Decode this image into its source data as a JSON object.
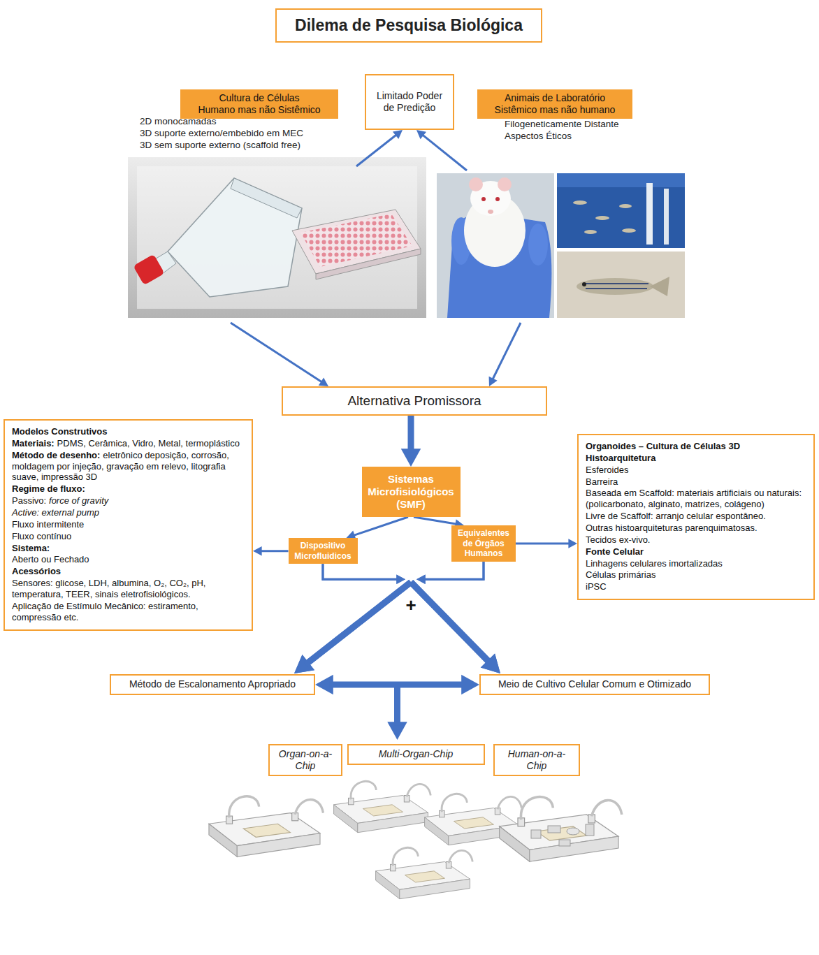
{
  "diagram": {
    "title": "Dilema de Pesquisa Biológica",
    "nodes": [
      {
        "text": [
          "Cultura de Células",
          "Humano mas não Sistêmico"
        ]
      },
      {
        "text": [
          "Limitado Poder de Predição"
        ]
      },
      {
        "text": [
          "Animais de Laboratório",
          "Sistêmico mas não humano"
        ]
      },
      {
        "text": [
          "Alternativa Promissora"
        ]
      },
      {
        "text": [
          "Modelos Construtivos",
          "Materiais:",
          "PDMS, Cerâmica, Vidro, Metal, termoplástico",
          "Método de desenho:",
          "eletrônico deposição, corrosão, moldagem por injeção, gravação em relevo, litografia suave, impressão 3D",
          "Regime de fluxo:",
          "Passivo:",
          "force of gravity",
          "Active: external pump",
          "Fluxo intermitente",
          "Fluxo contínuo",
          "Sistema:",
          "Aberto ou Fechado",
          "Acessórios",
          "Sensores: glicose, LDH, albumina, O₂, CO₂, pH, temperatura, TEER, sinais eletrofisiológicos.",
          "Aplicação de Estímulo Mecânico: estiramento, compressão etc."
        ]
      },
      {
        "text": [
          "Sistemas Microfisiológicos (SMF)"
        ]
      },
      {
        "text": [
          "Dispositivo Microfluidicos"
        ]
      },
      {
        "text": [
          "Equivalentes de Órgãos Humanos"
        ]
      },
      {
        "text": [
          "Organoides – Cultura de Células 3D",
          "Histoarquitetura",
          "Esferoides",
          "Barreira",
          "Baseada em Scaffold: materiais artificiais ou naturais: (policarbonato, alginato, matrizes, colágeno)",
          "Livre de Scaffolf: arranjo celular espontâneo.",
          "Outras histoarquiteturas parenquimatosas.",
          "Tecidos ex-vivo.",
          "Fonte Celular",
          "Linhagens celulares imortalizadas",
          "Células primárias",
          "iPSC"
        ]
      },
      {
        "text": [
          "Método de Escalonamento Apropriado"
        ]
      },
      {
        "text": [
          "Meio de Cultivo Celular Comum e Otimizado"
        ]
      },
      {
        "text": [
          "Organ-on-a-Chip"
        ]
      },
      {
        "text": [
          "Multi-Organ-Chip"
        ]
      },
      {
        "text": [
          "Human-on-a-Chip"
        ]
      }
    ],
    "edges": [
      {
        "from": 0,
        "to": 1,
        "arrow": "to"
      },
      {
        "from": 2,
        "to": 1,
        "arrow": "to"
      },
      {
        "from": 0,
        "to": 3,
        "arrow": "to"
      },
      {
        "from": 2,
        "to": 3,
        "arrow": "to"
      },
      {
        "from": 3,
        "to": 5,
        "arrow": "to"
      },
      {
        "from": 5,
        "to": 6,
        "arrow": "to"
      },
      {
        "from": 5,
        "to": 7,
        "arrow": "to"
      },
      {
        "from": 6,
        "to": 4,
        "arrow": "to"
      },
      {
        "from": 7,
        "to": 8,
        "arrow": "to"
      },
      {
        "from": 6,
        "to": 9,
        "arrow": "to"
      },
      {
        "from": 6,
        "to": 10,
        "arrow": "to"
      },
      {
        "from": 7,
        "to": 9,
        "arrow": "to"
      },
      {
        "from": 7,
        "to": 10,
        "arrow": "to"
      },
      {
        "from": 9,
        "to": 10,
        "arrow": "both"
      }
    ],
    "labels": [
      "2D monocamadas",
      "3D suporte externo/embebido em MEC",
      "3D sem suporte externo (scaffold free)",
      "Filogeneticamente Distante",
      "Aspectos Éticos",
      "+"
    ]
  }
}
